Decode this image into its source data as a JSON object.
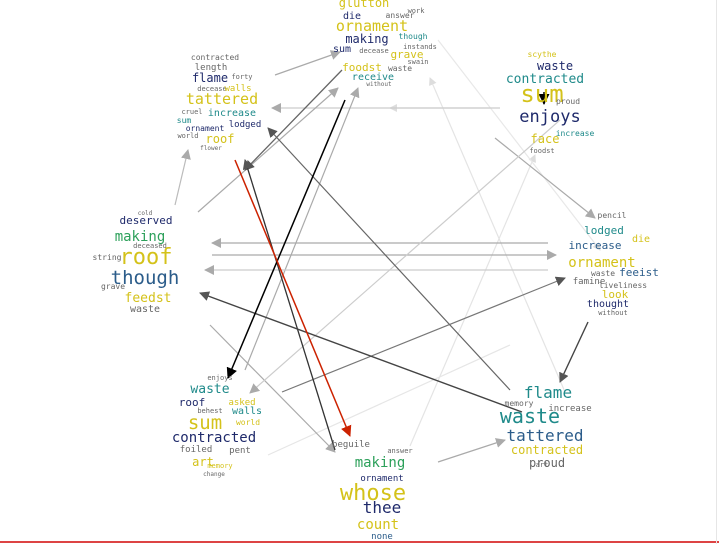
{
  "colors": {
    "word_palette": [
      "#1f2a6b",
      "#2b5c8a",
      "#1f8a8a",
      "#2ca05a",
      "#7fb92f",
      "#d4c21a",
      "#e5d400",
      "#666666"
    ],
    "edge_gray_light": "#dddddd",
    "edge_gray_mid": "#aaaaaa",
    "edge_gray_dark": "#555555",
    "edge_black": "#000000",
    "edge_red": "#cc2200"
  },
  "clouds": [
    {
      "id": "top",
      "words": [
        {
          "t": "glutton",
          "c": 5,
          "s": 12
        },
        {
          "t": "die",
          "c": 0,
          "s": 10
        },
        {
          "t": "answer",
          "c": 7,
          "s": 8
        },
        {
          "t": "work",
          "c": 7,
          "s": 7
        },
        {
          "t": "ornament",
          "c": 5,
          "s": 15
        },
        {
          "t": "making",
          "c": 0,
          "s": 12
        },
        {
          "t": "though",
          "c": 2,
          "s": 8
        },
        {
          "t": "sum",
          "c": 0,
          "s": 10
        },
        {
          "t": "decease",
          "c": 7,
          "s": 7
        },
        {
          "t": "instands",
          "c": 7,
          "s": 7
        },
        {
          "t": "grave",
          "c": 5,
          "s": 11
        },
        {
          "t": "swain",
          "c": 7,
          "s": 7
        },
        {
          "t": "foodst",
          "c": 5,
          "s": 11
        },
        {
          "t": "waste",
          "c": 7,
          "s": 8
        },
        {
          "t": "receive",
          "c": 2,
          "s": 10
        },
        {
          "t": "without",
          "c": 7,
          "s": 6
        }
      ]
    },
    {
      "id": "top-right",
      "words": [
        {
          "t": "scythe",
          "c": 5,
          "s": 8
        },
        {
          "t": "waste",
          "c": 0,
          "s": 12
        },
        {
          "t": "contracted",
          "c": 2,
          "s": 13
        },
        {
          "t": "sum",
          "c": 5,
          "s": 24
        },
        {
          "t": "proud",
          "c": 7,
          "s": 8
        },
        {
          "t": "enjoys",
          "c": 0,
          "s": 17
        },
        {
          "t": "face",
          "c": 5,
          "s": 12
        },
        {
          "t": "increase",
          "c": 2,
          "s": 8
        },
        {
          "t": "foodst",
          "c": 7,
          "s": 7
        }
      ]
    },
    {
      "id": "top-left",
      "words": [
        {
          "t": "contracted",
          "c": 7,
          "s": 8
        },
        {
          "t": "length",
          "c": 7,
          "s": 9
        },
        {
          "t": "flame",
          "c": 0,
          "s": 12
        },
        {
          "t": "forty",
          "c": 7,
          "s": 7
        },
        {
          "t": "decease",
          "c": 7,
          "s": 7
        },
        {
          "t": "walls",
          "c": 5,
          "s": 9
        },
        {
          "t": "tattered",
          "c": 5,
          "s": 15
        },
        {
          "t": "cruel",
          "c": 7,
          "s": 7
        },
        {
          "t": "increase",
          "c": 2,
          "s": 10
        },
        {
          "t": "sum",
          "c": 2,
          "s": 8
        },
        {
          "t": "lodged",
          "c": 0,
          "s": 9
        },
        {
          "t": "ornament",
          "c": 0,
          "s": 8
        },
        {
          "t": "roof",
          "c": 5,
          "s": 12
        },
        {
          "t": "world",
          "c": 7,
          "s": 7
        },
        {
          "t": "flower",
          "c": 7,
          "s": 6
        }
      ]
    },
    {
      "id": "left",
      "words": [
        {
          "t": "cold",
          "c": 7,
          "s": 6
        },
        {
          "t": "deserved",
          "c": 0,
          "s": 11
        },
        {
          "t": "making",
          "c": 3,
          "s": 14
        },
        {
          "t": "deceased",
          "c": 7,
          "s": 7
        },
        {
          "t": "roof",
          "c": 5,
          "s": 22
        },
        {
          "t": "though",
          "c": 1,
          "s": 19
        },
        {
          "t": "string",
          "c": 7,
          "s": 8
        },
        {
          "t": "grave",
          "c": 7,
          "s": 8
        },
        {
          "t": "feedst",
          "c": 5,
          "s": 13
        },
        {
          "t": "waste",
          "c": 7,
          "s": 10
        }
      ]
    },
    {
      "id": "right",
      "words": [
        {
          "t": "pencil",
          "c": 7,
          "s": 8
        },
        {
          "t": "lodged",
          "c": 2,
          "s": 11
        },
        {
          "t": "die",
          "c": 5,
          "s": 10
        },
        {
          "t": "increase",
          "c": 1,
          "s": 11
        },
        {
          "t": "ornament",
          "c": 5,
          "s": 14
        },
        {
          "t": "waste",
          "c": 7,
          "s": 8
        },
        {
          "t": "feeist",
          "c": 1,
          "s": 11
        },
        {
          "t": "famine",
          "c": 7,
          "s": 9
        },
        {
          "t": "liveliness",
          "c": 7,
          "s": 8
        },
        {
          "t": "look",
          "c": 5,
          "s": 11
        },
        {
          "t": "thought",
          "c": 0,
          "s": 10
        },
        {
          "t": "without",
          "c": 7,
          "s": 7
        }
      ]
    },
    {
      "id": "bottom-left",
      "words": [
        {
          "t": "enjoys",
          "c": 7,
          "s": 7
        },
        {
          "t": "waste",
          "c": 2,
          "s": 13
        },
        {
          "t": "roof",
          "c": 0,
          "s": 11
        },
        {
          "t": "asked",
          "c": 5,
          "s": 9
        },
        {
          "t": "behest",
          "c": 7,
          "s": 7
        },
        {
          "t": "walls",
          "c": 2,
          "s": 10
        },
        {
          "t": "sum",
          "c": 5,
          "s": 19
        },
        {
          "t": "world",
          "c": 5,
          "s": 8
        },
        {
          "t": "contracted",
          "c": 0,
          "s": 14
        },
        {
          "t": "foiled",
          "c": 7,
          "s": 9
        },
        {
          "t": "pent",
          "c": 7,
          "s": 9
        },
        {
          "t": "art",
          "c": 5,
          "s": 12
        },
        {
          "t": "memory",
          "c": 5,
          "s": 7
        },
        {
          "t": "change",
          "c": 7,
          "s": 6
        }
      ]
    },
    {
      "id": "bottom",
      "words": [
        {
          "t": "beguile",
          "c": 7,
          "s": 9
        },
        {
          "t": "answer",
          "c": 7,
          "s": 7
        },
        {
          "t": "making",
          "c": 3,
          "s": 14
        },
        {
          "t": "ornament",
          "c": 0,
          "s": 9
        },
        {
          "t": "whose",
          "c": 5,
          "s": 22
        },
        {
          "t": "thee",
          "c": 0,
          "s": 16
        },
        {
          "t": "count",
          "c": 5,
          "s": 14
        },
        {
          "t": "none",
          "c": 1,
          "s": 9
        }
      ]
    },
    {
      "id": "bottom-right",
      "words": [
        {
          "t": "flame",
          "c": 2,
          "s": 16
        },
        {
          "t": "memory",
          "c": 7,
          "s": 8
        },
        {
          "t": "increase",
          "c": 7,
          "s": 9
        },
        {
          "t": "waste",
          "c": 2,
          "s": 20
        },
        {
          "t": "tattered",
          "c": 1,
          "s": 16
        },
        {
          "t": "contracted",
          "c": 5,
          "s": 12
        },
        {
          "t": "proud",
          "c": 7,
          "s": 12
        },
        {
          "t": "art",
          "c": 7,
          "s": 7
        }
      ]
    }
  ]
}
